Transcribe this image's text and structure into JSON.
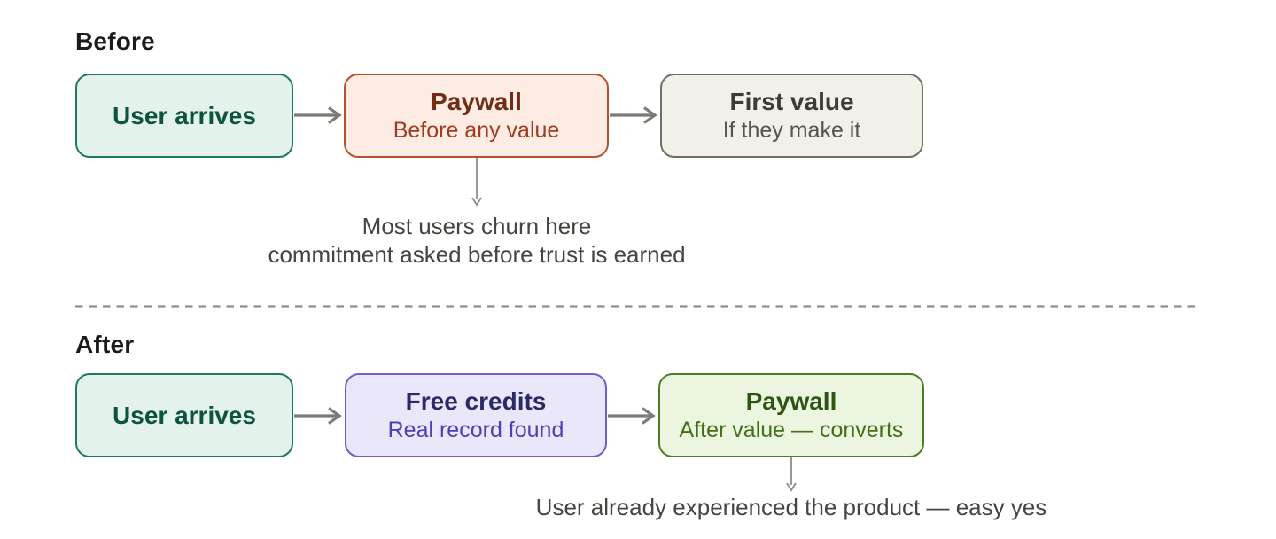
{
  "palette": {
    "background": "#ffffff",
    "section_label_color": "#1b1b1b",
    "flow_arrow_color": "#7d7a76",
    "down_arrow_color": "#8d8d88",
    "divider_color": "#8f8f8b",
    "annotation_color": "#45443e",
    "node_styles": {
      "mint": {
        "bg": "#e4f2ec",
        "border": "#1e7a5b",
        "title": "#0d5340"
      },
      "peach": {
        "bg": "#fcece4",
        "border": "#b2532f",
        "title": "#702c15",
        "subtitle": "#9e3c1f"
      },
      "cream": {
        "bg": "#f1f0e9",
        "border": "#6f6f68",
        "title": "#3c3b35",
        "subtitle": "#55544d"
      },
      "lavender": {
        "bg": "#eae7fa",
        "border": "#6f5dd6",
        "title": "#2c2968",
        "subtitle": "#4b41b5"
      },
      "green": {
        "bg": "#ebf5e0",
        "border": "#4f7d24",
        "title": "#2d5410",
        "subtitle": "#42701a"
      }
    }
  },
  "sections": [
    {
      "label": "Before",
      "nodes": [
        {
          "title": "User arrives"
        },
        {
          "title": "Paywall",
          "subtitle": "Before any value"
        },
        {
          "title": "First value",
          "subtitle": "If they make it"
        }
      ],
      "annotation": {
        "lines": [
          "Most users churn here",
          "commitment asked before trust is earned"
        ]
      }
    },
    {
      "label": "After",
      "nodes": [
        {
          "title": "User arrives"
        },
        {
          "title": "Free credits",
          "subtitle": "Real record found"
        },
        {
          "title": "Paywall",
          "subtitle": "After value — converts"
        }
      ],
      "annotation": {
        "lines": [
          "User already experienced the product — easy yes"
        ]
      }
    }
  ]
}
